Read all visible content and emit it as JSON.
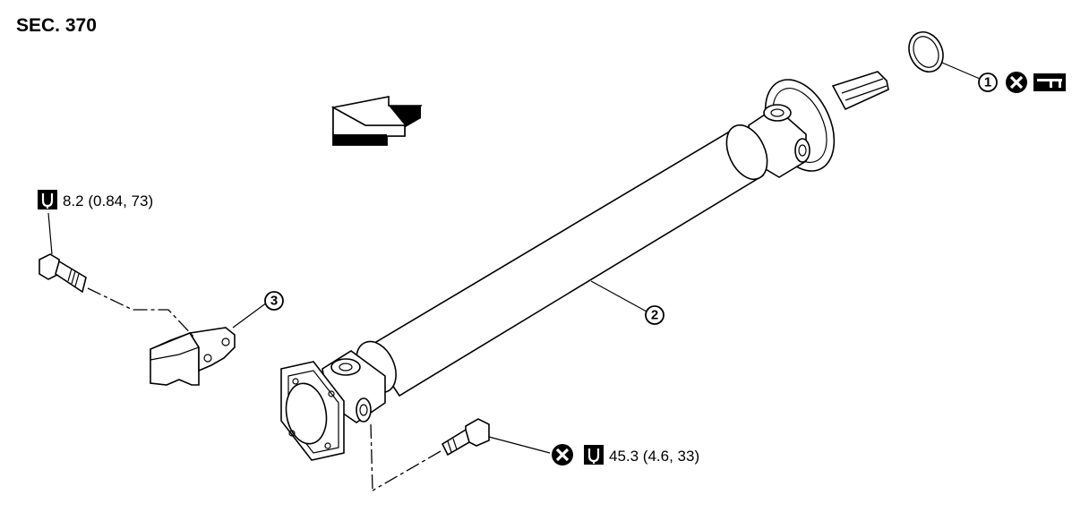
{
  "header": {
    "section_label": "SEC. 370"
  },
  "callouts": [
    {
      "number": "1",
      "part": "seal-ring"
    },
    {
      "number": "2",
      "part": "propeller-shaft"
    },
    {
      "number": "3",
      "part": "bracket"
    }
  ],
  "torque_specs": {
    "bracket_bolt": "8.2 (0.84, 73)",
    "flange_bolt": "45.3 (4.6, 33)"
  },
  "icons": {
    "do_not_reuse": "do-not-reuse-icon",
    "torque": "torque-wrench-icon",
    "apply_fluid": "apply-fluid-icon",
    "front_arrow": "front-direction-arrow-icon"
  }
}
